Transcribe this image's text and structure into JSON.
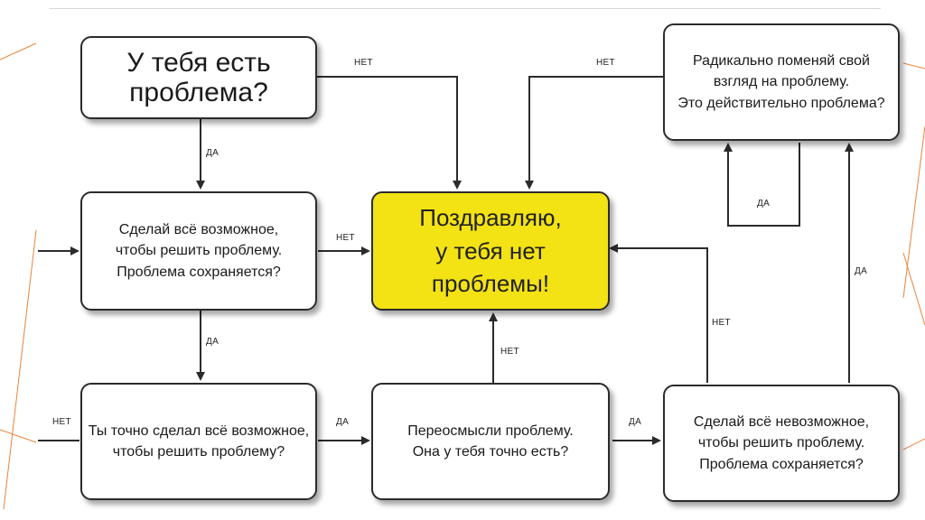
{
  "colors": {
    "accent_yellow": "#f3e214",
    "border": "#2b2b2b",
    "deco_line": "#e8843a"
  },
  "nodes": {
    "start": "У тебя есть проблема?",
    "do_everything": [
      "Сделай всё возможное,",
      "чтобы решить проблему.",
      "Проблема сохраняется?"
    ],
    "sure_did": [
      "Ты точно сделал всё возможное,",
      "чтобы решить проблему?"
    ],
    "rethink": [
      "Переосмысли проблему.",
      "Она у тебя точно есть?"
    ],
    "do_impossible": [
      "Сделай всё невозможное,",
      "чтобы решить проблему.",
      "Проблема сохраняется?"
    ],
    "radical": [
      "Радикально поменяй свой",
      "взгляд на проблему.",
      "Это действительно проблема?"
    ],
    "final": [
      "Поздравляю,",
      "у тебя нет проблемы!"
    ]
  },
  "edge_labels": {
    "yes": "ДА",
    "no": "НЕТ"
  }
}
